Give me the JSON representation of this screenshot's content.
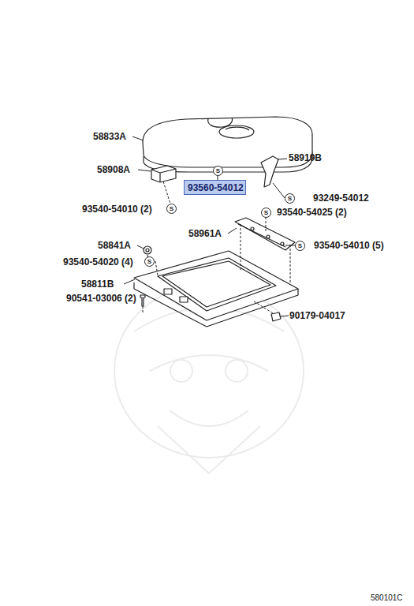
{
  "diagram": {
    "nodes": [
      {
        "text": [
          "93560-54012"
        ]
      }
    ],
    "labels": [
      "58833A",
      "58919B",
      "58908A",
      "S",
      "93249-54012",
      "S",
      "93540-54010 (2)",
      "S",
      "S",
      "93540-54025 (2)",
      "58961A",
      "58841A",
      "S",
      "93540-54010 (5)",
      "93540-54020 (4)",
      "S",
      "58811B",
      "90541-03006 (2)",
      "90179-04017",
      "580101C"
    ]
  }
}
